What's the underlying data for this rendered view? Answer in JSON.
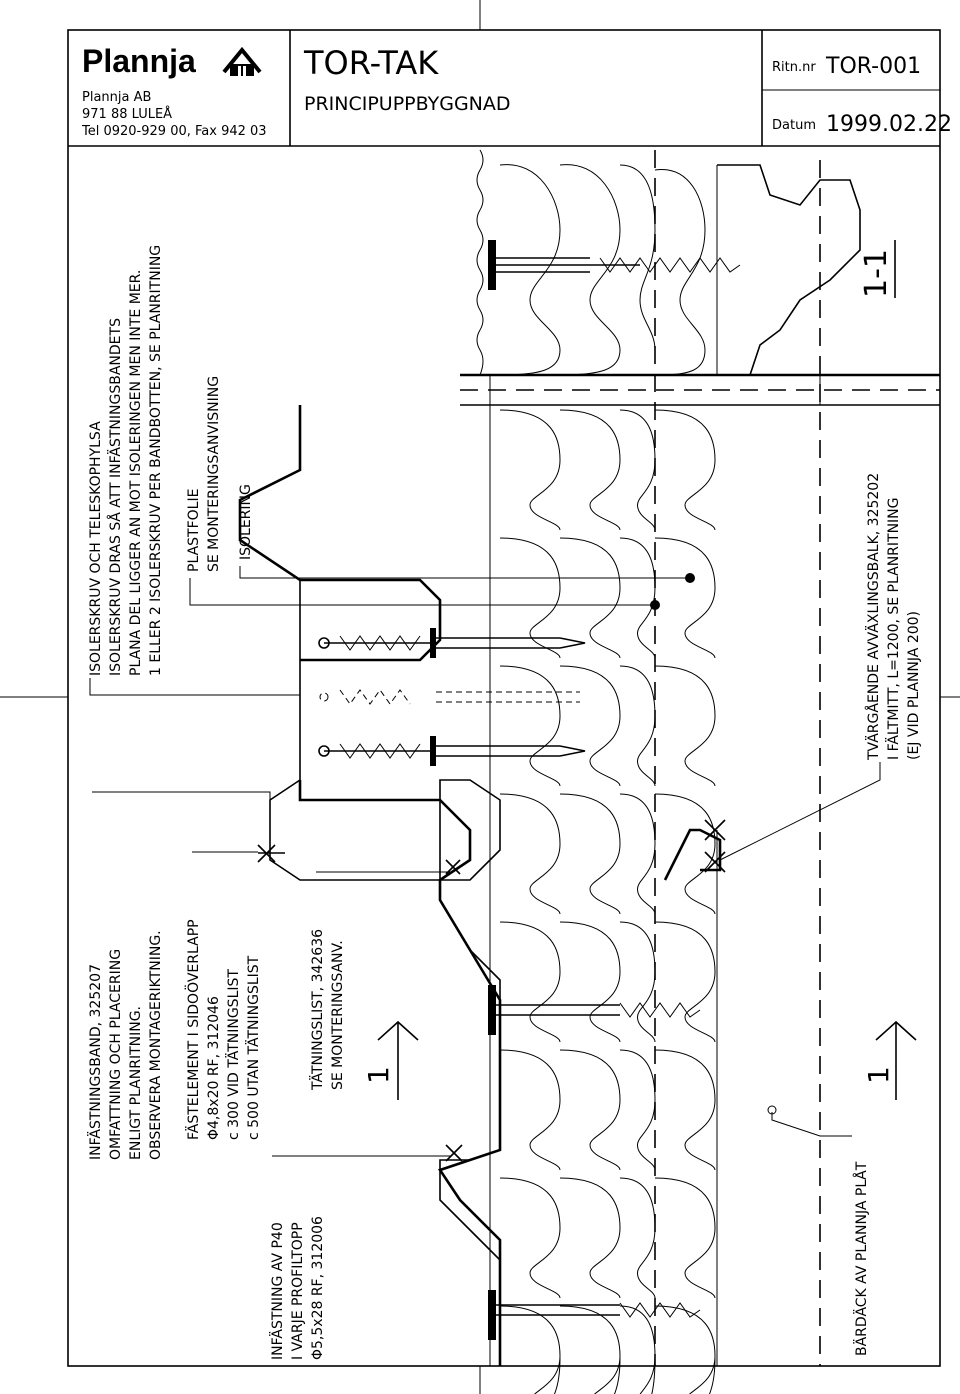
{
  "title_block": {
    "company_logo": "Plannja",
    "logo_icon": "house-icon",
    "company_name": "Plannja AB",
    "address": "971 88 LULEÅ",
    "phone": "Tel 0920-929 00, Fax 942 03",
    "title": "TOR-TAK",
    "subtitle": "PRINCIPUPPBYGGNAD",
    "drawing_no_label": "Ritn.nr",
    "drawing_no": "TOR-001",
    "date_label": "Datum",
    "date": "1999.02.22"
  },
  "section_labels": {
    "section_11": "1-1",
    "cut_marker_left": "1",
    "cut_marker_right": "1"
  },
  "annotations": {
    "isolerskruv": [
      "ISOLERSKRUV OCH TELESKOPHYLSA",
      "ISOLERSKRUV DRAS SÅ ATT INFÄSTNINGSBANDETS",
      "PLANA DEL LIGGER AN MOT ISOLERINGEN MEN INTE MER.",
      "1 ELLER 2 ISOLERSKRUV PER BANDBOTTEN, SE PLANRITNING"
    ],
    "plastfolie": [
      "PLASTFOLIE",
      "SE MONTERINGSANVISNING"
    ],
    "isolering": [
      "ISOLERING"
    ],
    "infastningsband": [
      "INFÄSTNINGSBAND, 325207",
      "OMFATTNING OCH PLACERING",
      "ENLIGT PLANRITNING.",
      "OBSERVERA MONTAGERIKTNING."
    ],
    "fastelement": [
      "FÄSTELEMENT I SIDOÖVERLAPP",
      "Φ4,8x20 RF, 312046",
      "c 300 VID TÄTNINGSLIST",
      "c 500 UTAN TÄTNINGSLIST"
    ],
    "tatningslist": [
      "TÄTNINGSLIST, 342636",
      "SE MONTERINGSANV."
    ],
    "infastning_p40": [
      "INFÄSTNING AV P40",
      "I VARJE PROFILTOPP",
      "Φ5,5x28 RF, 312006"
    ],
    "tvargaende": [
      "TVÄRGÅENDE AVVÄXLINGSBALK, 325202",
      "I FÄLTMITT, L=1200, SE PLANRITNING",
      "(EJ VID PLANNJA 200)"
    ],
    "bardack": [
      "BÄRDÄCK AV PLANNJA PLÅT"
    ]
  }
}
